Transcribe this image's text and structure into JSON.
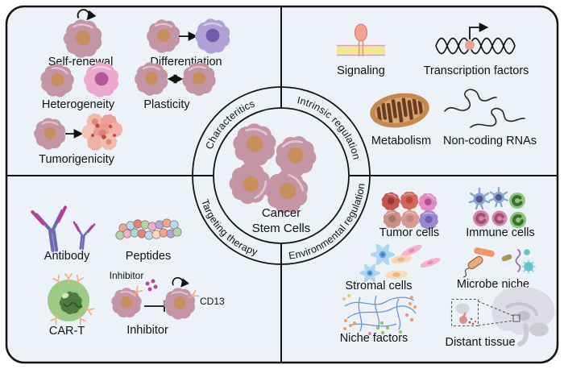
{
  "center": {
    "title_line1": "Cancer",
    "title_line2": "Stem Cells"
  },
  "ring": {
    "top_left": "Characteritics",
    "top_right": "Intrinsic regulation",
    "bottom_left": "Targeting therapy",
    "bottom_right": "Environmental regulation"
  },
  "quadrant_characteristics": {
    "self_renewal": "Self-renewal",
    "differentiation": "Differentiation",
    "heterogeneity": "Heterogeneity",
    "plasticity": "Plasticity",
    "tumorigenicity": "Tumorigenicity"
  },
  "quadrant_intrinsic": {
    "signaling": "Signaling",
    "transcription_factors": "Transcription factors",
    "metabolism": "Metabolism",
    "non_coding_rnas": "Non-coding RNAs"
  },
  "quadrant_therapy": {
    "antibody": "Antibody",
    "peptides": "Peptides",
    "car_t": "CAR-T",
    "inhibitor": "Inhibitor",
    "inhibitor_annotation": "Inhibitor",
    "cd13": "CD13"
  },
  "quadrant_environment": {
    "tumor_cells": "Tumor cells",
    "immune_cells": "Immune cells",
    "stromal_cells": "Stromal cells",
    "microbe_niche": "Microbe niche",
    "niche_factors": "Niche factors",
    "distant_tissue": "Distant tissue"
  },
  "palette": {
    "panel_bg": "#edf1f8",
    "line": "#141414",
    "csc_body": "#c495a4",
    "csc_nucleus": "#c98e5e",
    "purple_cell": "#b1a0d6",
    "pink_cell": "#eca9cd",
    "cart_green": "#9dca84",
    "membrane_yellow": "#f3e88e",
    "mito_brown": "#c5884f",
    "receptor_salmon": "#f2a596"
  }
}
